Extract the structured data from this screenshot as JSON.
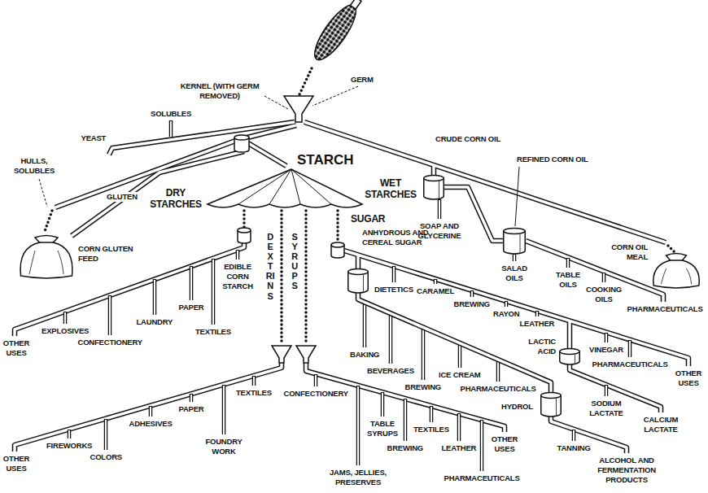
{
  "diagram": {
    "nodes": [
      {
        "text": [
          "STARCH"
        ]
      },
      {
        "text": [
          "CRUDE CORN OIL"
        ]
      },
      {
        "text": [
          "CORN GLUTEN FEED"
        ]
      },
      {
        "text": [
          "REFINED CORN OIL"
        ]
      },
      {
        "text": [
          "CORN OIL MEAL"
        ]
      },
      {
        "text": [
          "ANHYDROUS AND CEREAL SUGAR"
        ]
      },
      {
        "text": [
          "LACTIC ACID"
        ]
      },
      {
        "text": [
          "HYDROL"
        ]
      }
    ],
    "edges": [
      {
        "from": 1,
        "to": 3,
        "arrow": "none"
      },
      {
        "from": 5,
        "to": 7,
        "arrow": "none"
      }
    ],
    "labels": [
      "KERNEL (WITH GERM REMOVED)",
      "GERM",
      "SOLUBLES",
      "YEAST",
      "HULLS, SOLUBLES",
      "GLUTEN",
      "DRY STARCHES",
      "WET STARCHES",
      "SUGAR",
      "DEXTRINS",
      "SYRUPS",
      "EXPLOSIVES",
      "CONFECTIONERY",
      "LAUNDRY",
      "PAPER",
      "TEXTILES",
      "EDIBLE CORN STARCH",
      "OTHER USES",
      "FIREWORKS",
      "COLORS",
      "ADHESIVES",
      "PAPER",
      "FOUNDRY WORK",
      "TEXTILES",
      "OTHER USES",
      "CONFECTIONERY",
      "JAMS, JELLIES, PRESERVES",
      "TABLE SYRUPS",
      "BREWING",
      "TEXTILES",
      "LEATHER",
      "PHARMACEUTICALS",
      "OTHER USES",
      "DIETETICS",
      "CARAMEL",
      "BREWING",
      "RAYON",
      "LEATHER",
      "VINEGAR",
      "PHARMACEUTICALS",
      "OTHER USES",
      "SODIUM LACTATE",
      "CALCIUM LACTATE",
      "BAKING",
      "BEVERAGES",
      "BREWING",
      "ICE CREAM",
      "PHARMACEUTICALS",
      "TANNING",
      "ALCOHOL AND FERMENTATION PRODUCTS",
      "SOAP AND GLYCERINE",
      "SALAD OILS",
      "TABLE OILS",
      "COOKING OILS",
      "PHARMACEUTICALS"
    ]
  }
}
